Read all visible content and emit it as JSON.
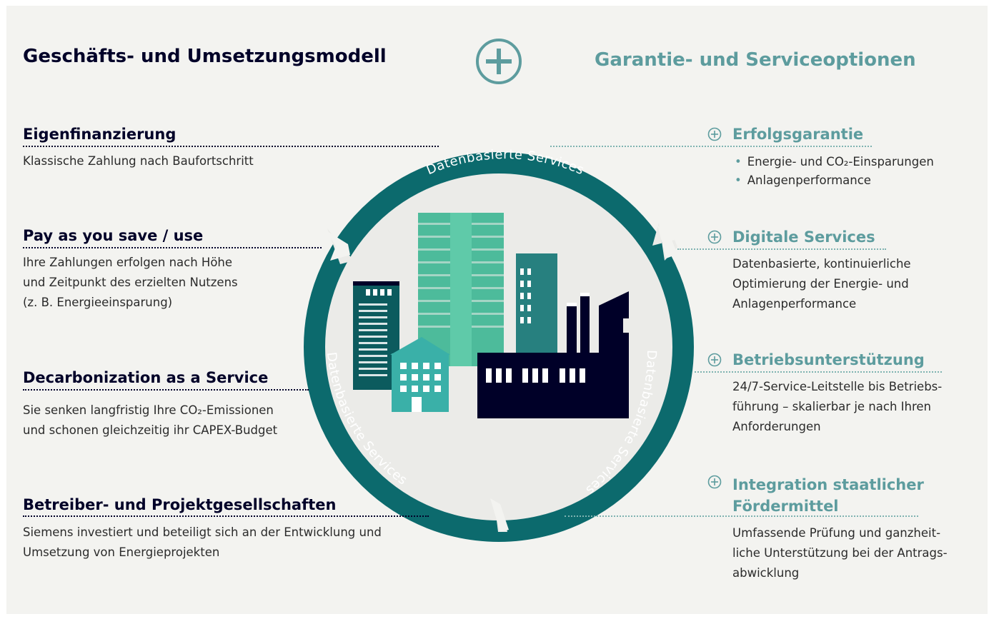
{
  "header": {
    "left_title": "Geschäfts- und Umsetzungsmodell",
    "right_title": "Garantie- und Serviceoptionen",
    "center_icon": "plus-circle-icon"
  },
  "left_items": [
    {
      "title": "Eigenfinanzierung",
      "lines": [
        "Klassische Zahlung nach Baufortschritt"
      ]
    },
    {
      "title": "Pay as you save / use",
      "lines": [
        "Ihre Zahlungen erfolgen nach Höhe",
        "und Zeitpunkt des erzielten Nutzens",
        "(z. B. Energieeinsparung)"
      ]
    },
    {
      "title": "Decarbonization as a Service",
      "lines": [
        "Sie senken langfristig Ihre CO₂-Emissionen",
        "und schonen gleichzeitig ihr CAPEX-Budget"
      ]
    },
    {
      "title": "Betreiber- und Projektgesellschaften",
      "lines": [
        "Siemens investiert und beteiligt sich an der Entwicklung und",
        "Umsetzung von Energieprojekten"
      ]
    }
  ],
  "right_items": [
    {
      "title": "Erfolgsgarantie",
      "bullets": [
        "Energie- und CO₂-Einsparungen",
        "Anlagenperformance"
      ]
    },
    {
      "title": "Digitale Services",
      "lines": [
        "Datenbasierte, kontinuierliche",
        "Optimierung der Energie- und",
        "Anlagenperformance"
      ]
    },
    {
      "title": "Betriebsunterstützung",
      "lines": [
        "24/7-Service-Leitstelle bis Betriebs-",
        "führung – skalierbar je nach Ihren",
        "Anforderungen"
      ]
    },
    {
      "title_lines": [
        "Integration staatlicher",
        "Fördermittel"
      ],
      "lines": [
        "Umfassende Prüfung und ganzheit-",
        "liche Unterstützung bei der Antrags-",
        "abwicklung"
      ]
    }
  ],
  "ring": {
    "labels": [
      "Datenbasierte Services",
      "Datenbasierte Services",
      "Datenbasierte Services"
    ],
    "colors": {
      "ring": "#0c6a6d",
      "center": "#ebebe8",
      "building_green": "#4dbb9b",
      "building_teal": "#27807f",
      "building_dark": "#000028",
      "accent_teal": "#5d9c9e"
    }
  },
  "icons": {
    "item_icon": "plus-circle-icon"
  }
}
